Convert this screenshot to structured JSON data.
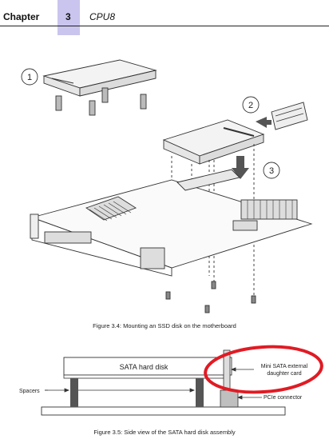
{
  "header": {
    "chapter_label": "Chapter",
    "chapter_number": "3",
    "chapter_title": "CPU8",
    "tab_color": "#c9c5ee"
  },
  "figure1": {
    "step_labels": [
      "1",
      "2",
      "3"
    ],
    "caption": "Figure 3.4: Mounting an SSD disk on the motherboard"
  },
  "figure2": {
    "disk_label": "SATA hard disk",
    "spacers_label": "Spacers",
    "daughter_card_label_line1": "Mini SATA external",
    "daughter_card_label_line2": "daughter card",
    "pcie_label": "PCIe connector",
    "highlight_color": "#e01b24",
    "caption": "Figure 3.5: Side view of the SATA hard disk assembly"
  }
}
